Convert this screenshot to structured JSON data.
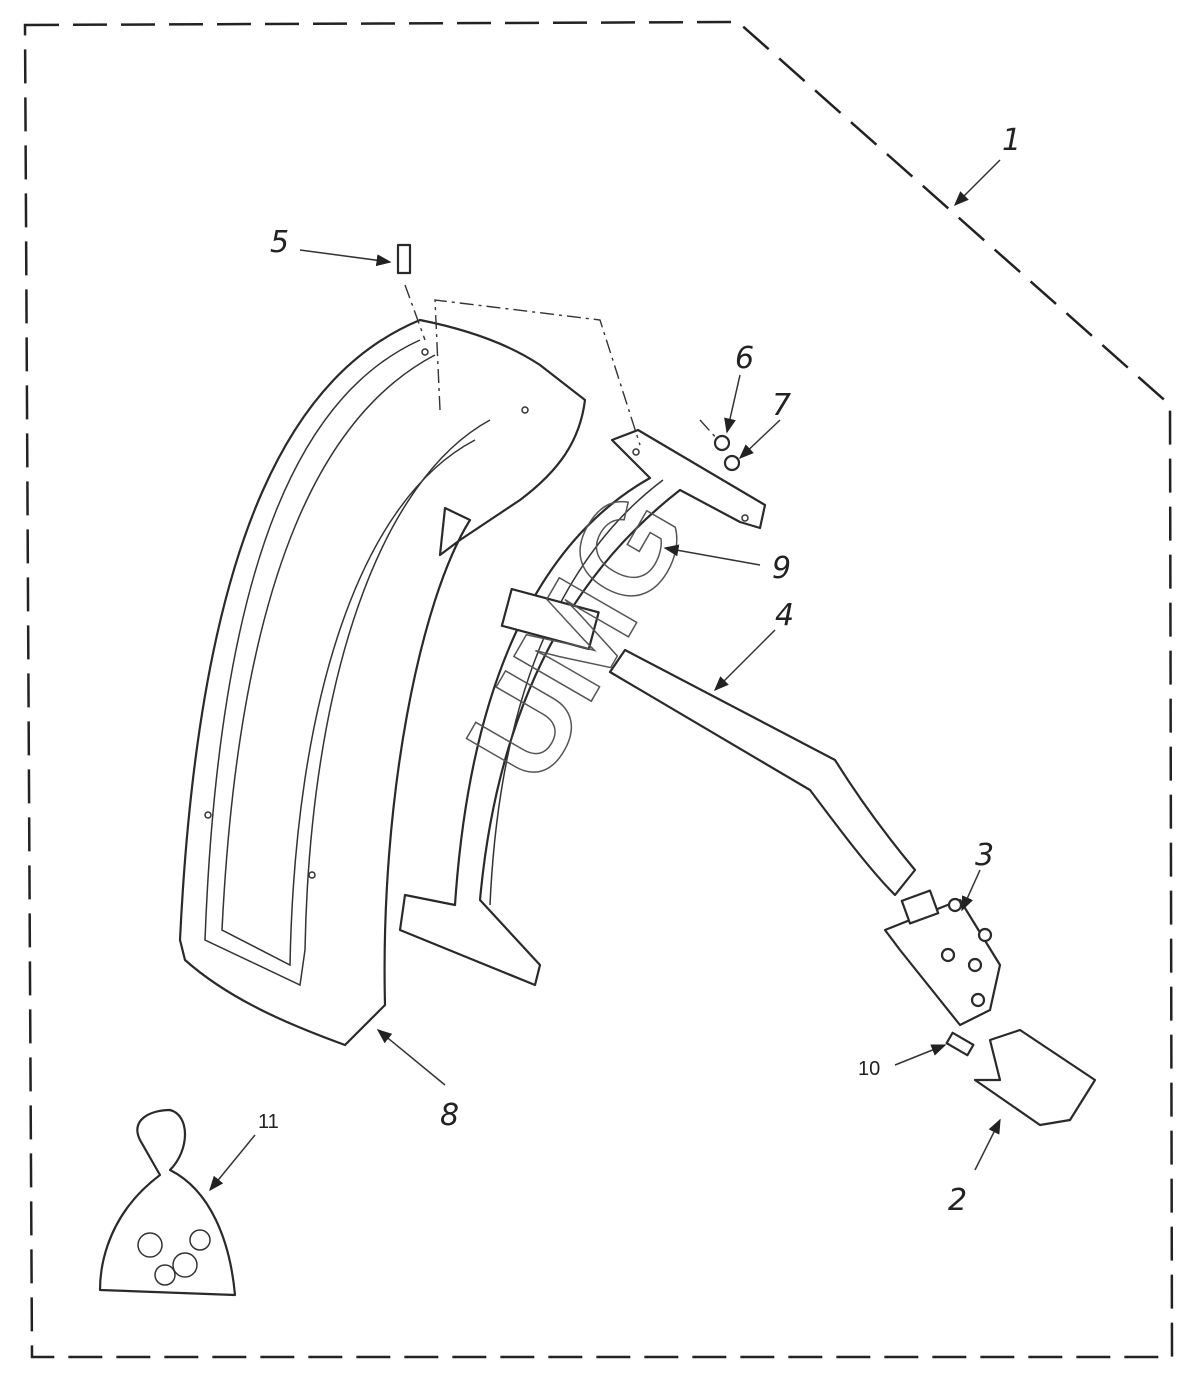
{
  "diagram": {
    "watermark": "UMG",
    "callouts": [
      {
        "id": "1",
        "label": "1"
      },
      {
        "id": "2",
        "label": "2"
      },
      {
        "id": "3",
        "label": "3"
      },
      {
        "id": "4",
        "label": "4"
      },
      {
        "id": "5",
        "label": "5"
      },
      {
        "id": "6",
        "label": "6"
      },
      {
        "id": "7",
        "label": "7"
      },
      {
        "id": "8",
        "label": "8"
      },
      {
        "id": "9",
        "label": "9"
      },
      {
        "id": "10",
        "label": "10"
      },
      {
        "id": "11",
        "label": "11"
      }
    ]
  }
}
